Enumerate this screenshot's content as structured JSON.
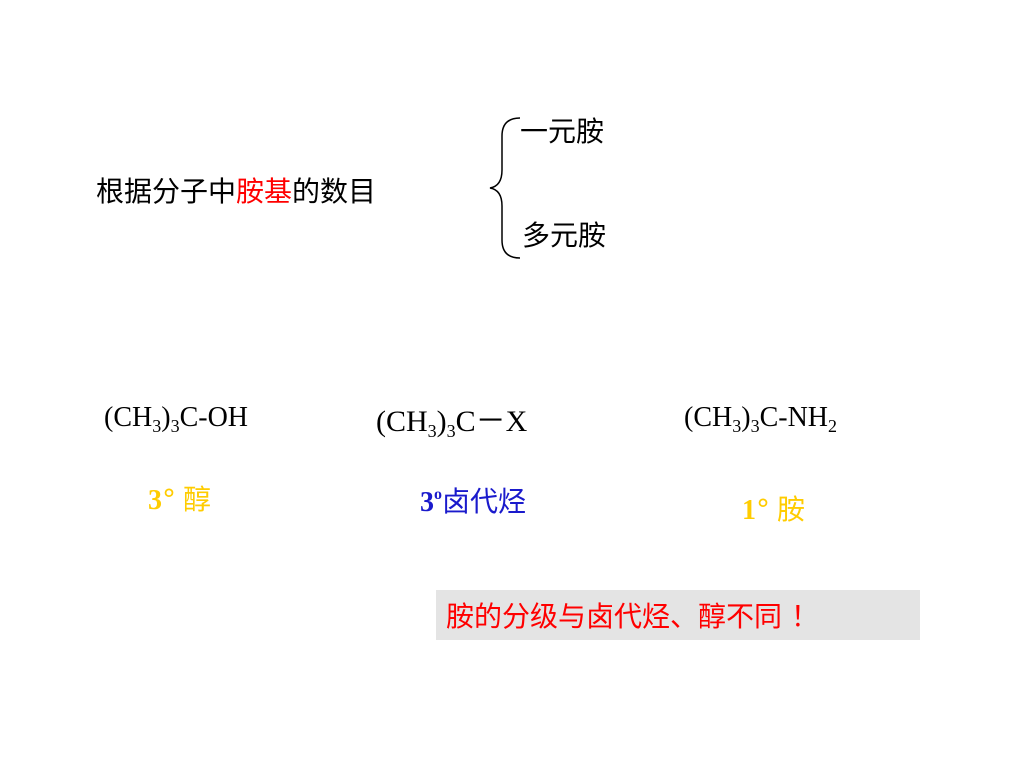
{
  "criterion": {
    "prefix": "根据分子中",
    "highlight": "胺基",
    "suffix": "的数目"
  },
  "branches": {
    "top": "一元胺",
    "bottom": "多元胺"
  },
  "formulas": {
    "alcohol": {
      "a": "(CH",
      "s1": "3",
      "b": ")",
      "s2": "3",
      "c": "C-OH"
    },
    "halide": {
      "a": "(CH",
      "s1": "3",
      "b": ")",
      "s2": "3",
      "c": "C－X"
    },
    "amine": {
      "a": "(CH",
      "s1": "3",
      "b": ")",
      "s2": "3",
      "c": "C-NH",
      "s3": "2"
    }
  },
  "labels": {
    "alcohol": {
      "num": "3",
      "sym": "°",
      "word": "醇"
    },
    "halide": {
      "num": "3",
      "sup": "o",
      "word": "卤代烃"
    },
    "amine": {
      "num": "1",
      "sym": "°",
      "word": "胺"
    }
  },
  "note": "胺的分级与卤代烃、醇不同 ！",
  "colors": {
    "text": "#000000",
    "highlight": "#ff0000",
    "yellow": "#ffcc00",
    "blue": "#1a1acc",
    "note_text": "#ff0000",
    "note_bg": "#e4e4e4"
  }
}
